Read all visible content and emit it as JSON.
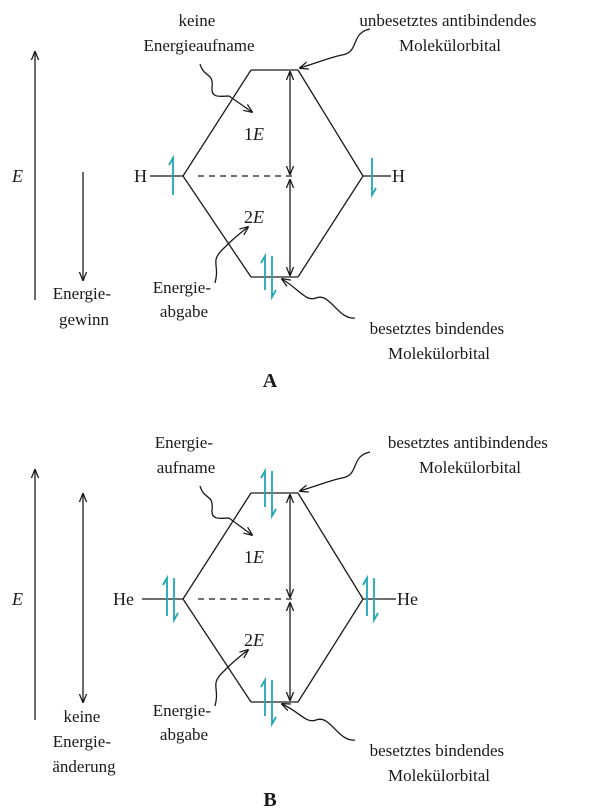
{
  "colors": {
    "spin_arrow": "#1fa7b5",
    "line": "#1a1a1a"
  },
  "diagram_a": {
    "panel_label": "A",
    "energy_axis": "E",
    "left_atom": "H",
    "right_atom": "H",
    "callout_top_left": [
      "keine",
      "Energieaufname"
    ],
    "callout_top_right": [
      "unbesetztes antibindendes",
      "Molekülorbital"
    ],
    "gap_up": {
      "coef": "1",
      "sym": "E"
    },
    "gap_down": {
      "coef": "2",
      "sym": "E"
    },
    "release_label": [
      "Energie-",
      "abgabe"
    ],
    "gain_label": [
      "Energie-",
      "gewinn"
    ],
    "callout_bottom_right": [
      "besetztes bindendes",
      "Molekülorbital"
    ]
  },
  "diagram_b": {
    "panel_label": "B",
    "energy_axis": "E",
    "left_atom": "He",
    "right_atom": "He",
    "callout_top_left": [
      "Energie-",
      "aufname"
    ],
    "callout_top_right": [
      "besetztes antibindendes",
      "Molekülorbital"
    ],
    "gap_up": {
      "coef": "1",
      "sym": "E"
    },
    "gap_down": {
      "coef": "2",
      "sym": "E"
    },
    "release_label": [
      "Energie-",
      "abgabe"
    ],
    "change_label": [
      "keine",
      "Energie-",
      "änderung"
    ],
    "callout_bottom_right": [
      "besetztes bindendes",
      "Molekülorbital"
    ]
  }
}
